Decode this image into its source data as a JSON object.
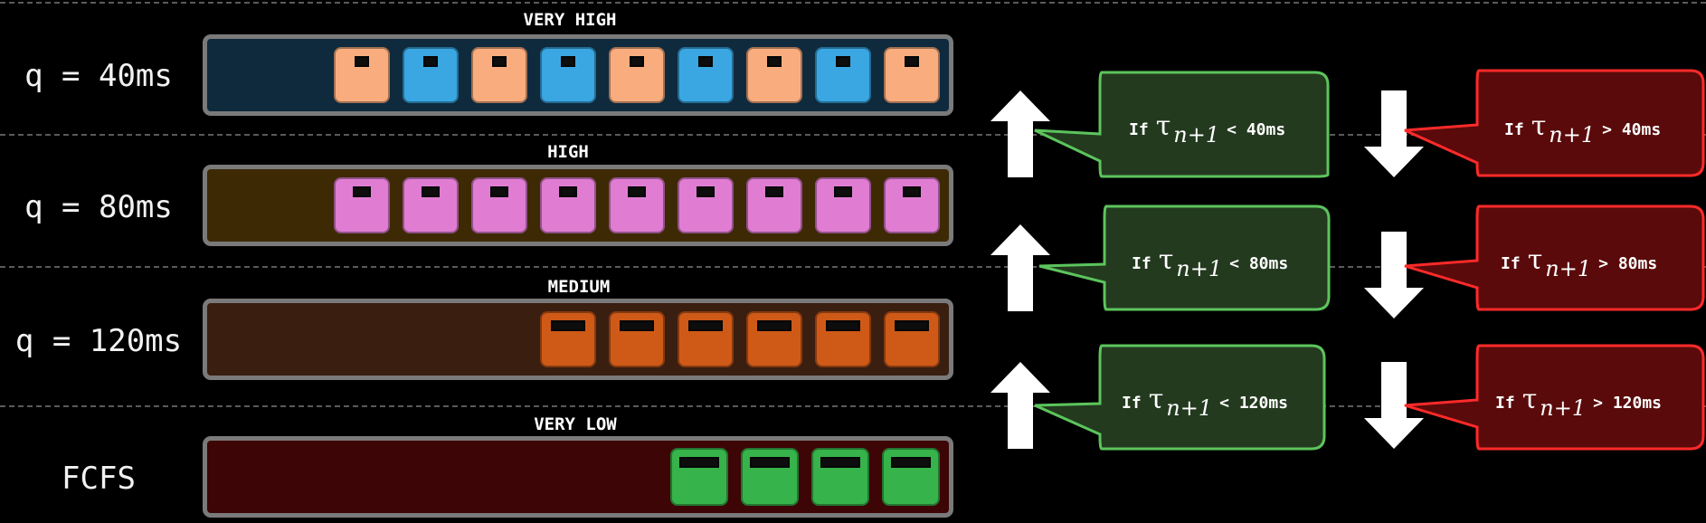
{
  "queues": [
    {
      "quantum": "q = 40ms",
      "title": "VERY HIGH",
      "bg": "#0f2a3d",
      "task_colors": [
        "#f9ad7e",
        "#3aa7e2",
        "#f9ad7e",
        "#3aa7e2",
        "#f9ad7e",
        "#3aa7e2",
        "#f9ad7e",
        "#3aa7e2",
        "#f9ad7e"
      ]
    },
    {
      "quantum": "q = 80ms",
      "title": "HIGH",
      "bg": "#3d2a05",
      "task_colors": [
        "#e07dd3",
        "#e07dd3",
        "#e07dd3",
        "#e07dd3",
        "#e07dd3",
        "#e07dd3",
        "#e07dd3",
        "#e07dd3",
        "#e07dd3"
      ]
    },
    {
      "quantum": "q = 120ms",
      "title": "MEDIUM",
      "bg": "#3a1e10",
      "task_colors": [
        "#cf5a18",
        "#cf5a18",
        "#cf5a18",
        "#cf5a18",
        "#cf5a18",
        "#cf5a18"
      ]
    },
    {
      "quantum": "FCFS",
      "title": "VERY LOW",
      "bg": "#3d0505",
      "task_colors": [
        "#36b34a",
        "#36b34a",
        "#36b34a",
        "#36b34a"
      ]
    }
  ],
  "promote_rules": [
    {
      "prefix": "If",
      "symbol": "τ",
      "subscript": "n+1",
      "op": "<",
      "value": "40ms"
    },
    {
      "prefix": "If",
      "symbol": "τ",
      "subscript": "n+1",
      "op": "<",
      "value": "80ms"
    },
    {
      "prefix": "If",
      "symbol": "τ",
      "subscript": "n+1",
      "op": "<",
      "value": "120ms"
    }
  ],
  "demote_rules": [
    {
      "prefix": "If",
      "symbol": "τ",
      "subscript": "n+1",
      "op": ">",
      "value": "40ms"
    },
    {
      "prefix": "If",
      "symbol": "τ",
      "subscript": "n+1",
      "op": ">",
      "value": "80ms"
    },
    {
      "prefix": "If",
      "symbol": "τ",
      "subscript": "n+1",
      "op": ">",
      "value": "120ms"
    }
  ],
  "colors": {
    "promote_fill": "#233a1f",
    "promote_stroke": "#5cc45c",
    "demote_fill": "#5a0a0a",
    "demote_stroke": "#ff2a2a",
    "queue_border": "#7a7a7a"
  },
  "icons": {
    "promote": "arrow-up-icon",
    "demote": "arrow-down-icon"
  }
}
